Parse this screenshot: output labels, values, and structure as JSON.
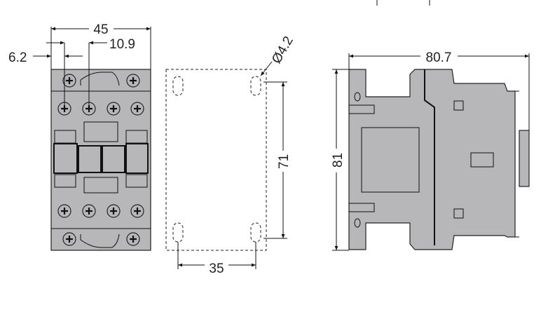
{
  "dimensions": {
    "front_width": "45",
    "terminal_offset": "6.2",
    "terminal_pitch": "10.9",
    "hole_diameter": "Ø4.2",
    "hole_vertical_spacing": "71",
    "hole_horizontal_spacing": "35",
    "side_depth": "80.7",
    "side_height": "81"
  },
  "colors": {
    "body": "#b7b7b9",
    "line": "#222222"
  }
}
